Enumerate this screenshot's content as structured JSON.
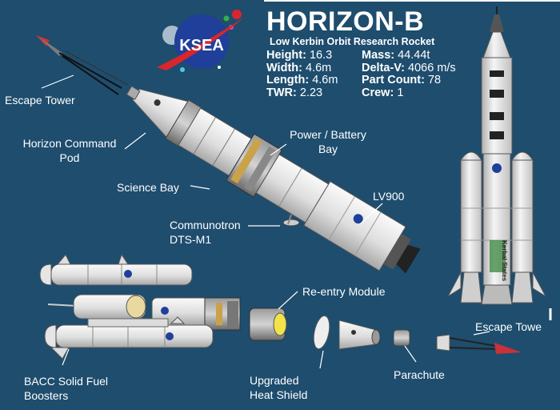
{
  "header": {
    "title": "HORIZON-B",
    "subtitle": "Low Kerbin Orbit Research Rocket",
    "logo_text": "KSEA"
  },
  "stats_left": [
    {
      "label": "Height:",
      "value": "16.3"
    },
    {
      "label": "Width:",
      "value": "4.6m"
    },
    {
      "label": "Length:",
      "value": "4.6m"
    },
    {
      "label": "TWR:",
      "value": "2.23"
    }
  ],
  "stats_right": [
    {
      "label": "Mass:",
      "value": "44.44t"
    },
    {
      "label": "Delta-V:",
      "value": "4066 m/s"
    },
    {
      "label": "Part Count:",
      "value": "78"
    },
    {
      "label": "Crew:",
      "value": "1"
    }
  ],
  "labels": {
    "escape_tower_top": "Escape Tower",
    "command_pod_1": "Horizon Command",
    "command_pod_2": "Pod",
    "science_bay": "Science Bay",
    "power_bay_1": "Power / Battery",
    "power_bay_2": "Bay",
    "lv900": "LV900",
    "communotron_1": "Communotron",
    "communotron_2": "DTS-M1",
    "reentry_module": "Re-entry Module",
    "escape_tower_bottom": "Escape Towe",
    "boosters_1": "BACC Solid Fuel",
    "boosters_2": "Boosters",
    "heat_shield_1": "Upgraded",
    "heat_shield_2": "Heat Shield",
    "parachute": "Parachute"
  },
  "side_rocket_text": "Kerbal States",
  "colors": {
    "background": "#1e4d6e",
    "logo_blue": "#1f3f9a",
    "logo_red": "#d8262c",
    "hull": "#e8e8e8"
  }
}
